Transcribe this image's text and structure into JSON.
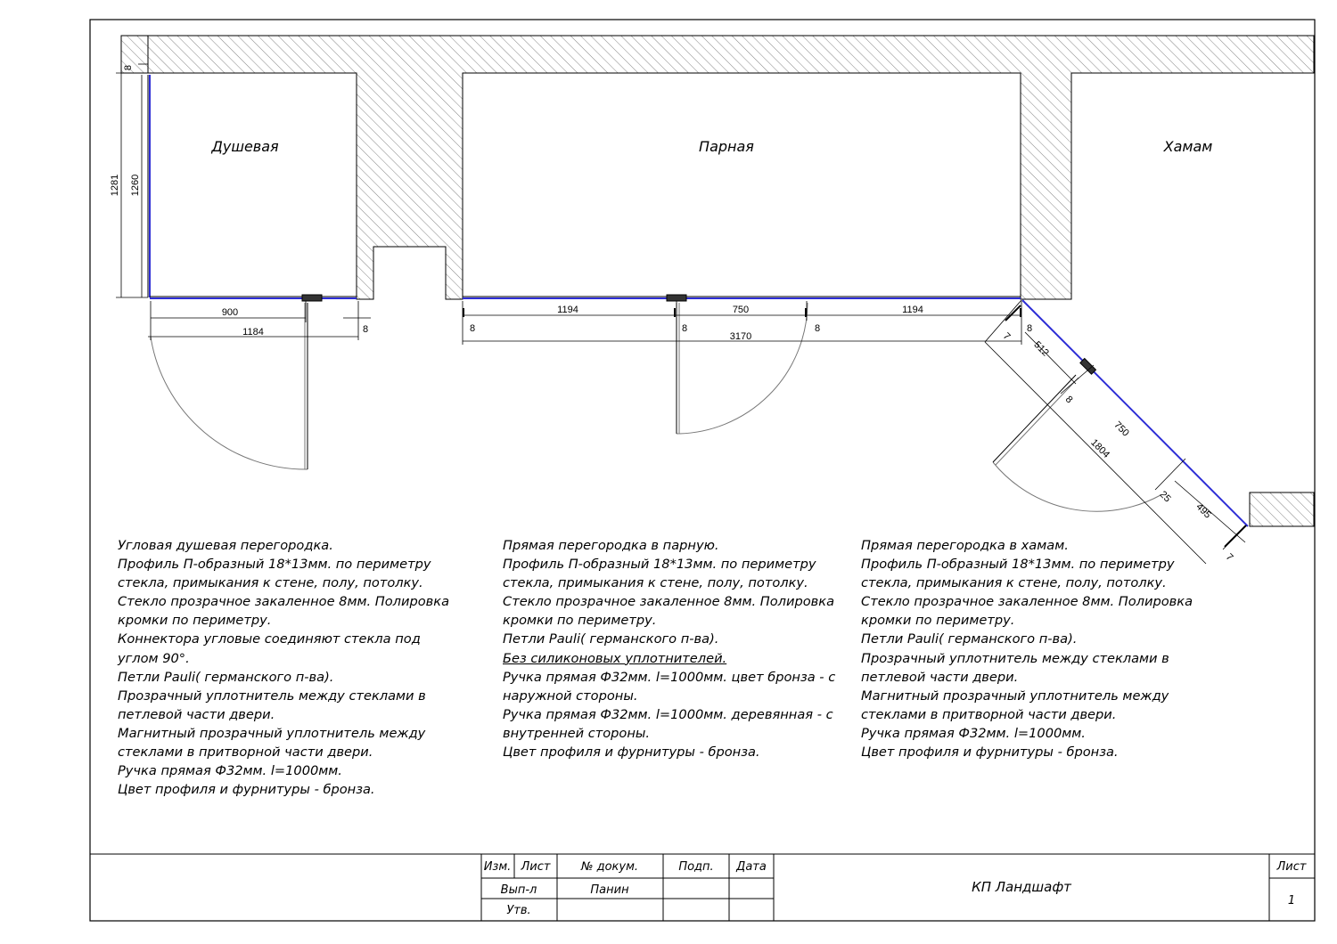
{
  "rooms": {
    "shower": "Душевая",
    "steam": "Парная",
    "hamam": "Хамам"
  },
  "dimensions": {
    "shower_h_outer": "1281",
    "shower_h_inner": "1260",
    "shower_top_gap": "8",
    "shower_door": "900",
    "shower_total": "1184",
    "shower_end_gap": "8",
    "steam_left": "1194",
    "steam_door": "750",
    "steam_right": "1194",
    "steam_total": "3170",
    "steam_gap_1": "8",
    "steam_gap_2": "8",
    "steam_gap_3": "8",
    "steam_gap_4": "8",
    "hamam_top_gap": "7",
    "hamam_top": "512",
    "hamam_door_gap": "8",
    "hamam_door": "750",
    "hamam_total": "1804",
    "hamam_gap_25": "25",
    "hamam_bottom": "495",
    "hamam_bottom_gap": "7"
  },
  "notes": {
    "shower": [
      "Угловая душевая перегородка.",
      "Профиль П-образный 18*13мм. по периметру",
      "стекла, примыкания к стене, полу, потолку.",
      "Стекло прозрачное закаленное 8мм. Полировка",
      "кромки по периметру.",
      "Коннектора угловые соединяют стекла под",
      "углом 90°.",
      "Петли Pauli( германского п-ва).",
      "Прозрачный уплотнитель между стеклами в",
      "петлевой части двери.",
      "Магнитный прозрачный уплотнитель между",
      "стеклами в притворной части двери.",
      "Ручка прямая Ф32мм. l=1000мм.",
      "Цвет профиля и фурнитуры - бронза."
    ],
    "steam": [
      "Прямая перегородка в парную.",
      "Профиль П-образный 18*13мм. по периметру",
      "стекла, примыкания к стене, полу, потолку.",
      "Стекло прозрачное закаленное 8мм. Полировка",
      "кромки по периметру.",
      "Петли Pauli( германского п-ва).",
      "Без силиконовых уплотнителей.",
      "Ручка прямая Ф32мм. l=1000мм. цвет бронза - с",
      "наружной стороны.",
      "Ручка прямая Ф32мм. l=1000мм. деревянная - с",
      "внутренней стороны.",
      "Цвет профиля и фурнитуры - бронза."
    ],
    "hamam": [
      "Прямая перегородка в хамам.",
      "Профиль П-образный 18*13мм. по периметру",
      "стекла, примыкания к стене, полу, потолку.",
      "Стекло прозрачное закаленное 8мм. Полировка",
      "кромки по периметру.",
      "Петли Pauli( германского п-ва).",
      "Прозрачный уплотнитель между стеклами в",
      "петлевой части двери.",
      "Магнитный прозрачный уплотнитель между",
      "стеклами в притворной части двери.",
      "Ручка прямая Ф32мм. l=1000мм.",
      "Цвет профиля и фурнитуры - бронза."
    ]
  },
  "title_block": {
    "h_izm": "Изм.",
    "h_list": "Лист",
    "h_doc": "№ докум.",
    "h_sign": "Подп.",
    "h_date": "Дата",
    "row_vyp": "Вып-л",
    "row_name": "Панин",
    "row_utv": "Утв.",
    "project": "КП Ландшафт",
    "sheet_label": "Лист",
    "sheet_no": "1"
  },
  "colors": {
    "glass": "#2d2dd6",
    "line": "#000000",
    "hatch": "#555555"
  }
}
